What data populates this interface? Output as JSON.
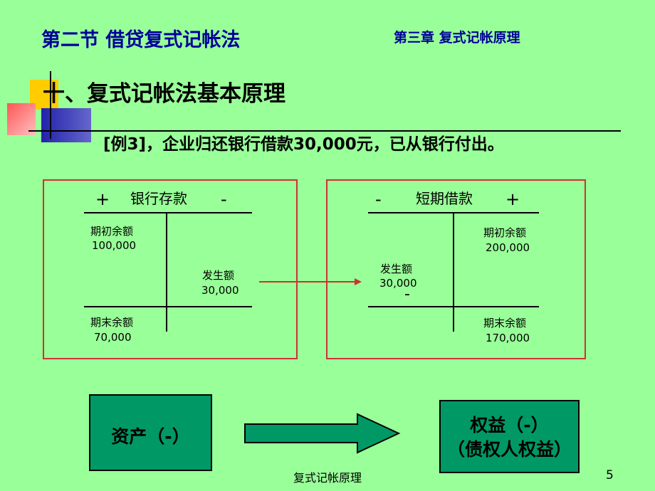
{
  "header": {
    "section_title": "第二节  借贷复式记帐法",
    "chapter_title": "第三章   复式记帐原理"
  },
  "heading": "十、复式记帐法基本原理",
  "example": "[例3]，企业归还银行借款30,000元，已从银行付出。",
  "accounts": {
    "left": {
      "title": "银行存款",
      "debit_sign": "+",
      "credit_sign": "-",
      "opening_label": "期初余额",
      "opening_value": "100,000",
      "movement_label": "发生额",
      "movement_value": "30,000",
      "closing_label": "期末余额",
      "closing_value": "70,000"
    },
    "right": {
      "title": "短期借款",
      "debit_sign": "-",
      "credit_sign": "+",
      "opening_label": "期初余额",
      "opening_value": "200,000",
      "movement_label": "发生额",
      "movement_value": "30,000",
      "movement_sign": "-",
      "closing_label": "期末余额",
      "closing_value": "170,000"
    }
  },
  "summary": {
    "left_box": "资产（-）",
    "right_box_line1": "权益（-）",
    "right_box_line2": "（债权人权益）"
  },
  "footer": {
    "title": "复式记帐原理",
    "page_number": "5"
  },
  "colors": {
    "background": "#99FF99",
    "title_blue": "#000099",
    "frame_red": "#CC3333",
    "box_green": "#009966",
    "arrow_fill": "#009966"
  }
}
